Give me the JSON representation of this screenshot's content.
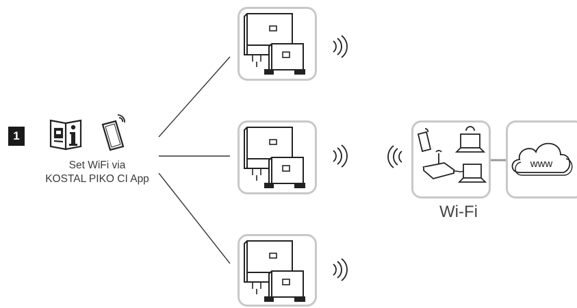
{
  "step": {
    "number": "1"
  },
  "setup": {
    "line1": "Set WiFi via",
    "line2": "KOSTAL PIKO CI App"
  },
  "network": {
    "label": "Wi-Fi",
    "cloud_text": "www"
  },
  "icons": {
    "manual": "manual-icon",
    "info": "info-icon",
    "tablet": "tablet-icon",
    "inverter": "inverter-icon",
    "signal": "wireless-signal-icon",
    "router": "router-icon",
    "laptop": "laptop-icon",
    "cloud": "cloud-icon"
  },
  "colors": {
    "frame": "#c8c8c8",
    "badge": "#1a1a1a",
    "line": "#333333"
  }
}
